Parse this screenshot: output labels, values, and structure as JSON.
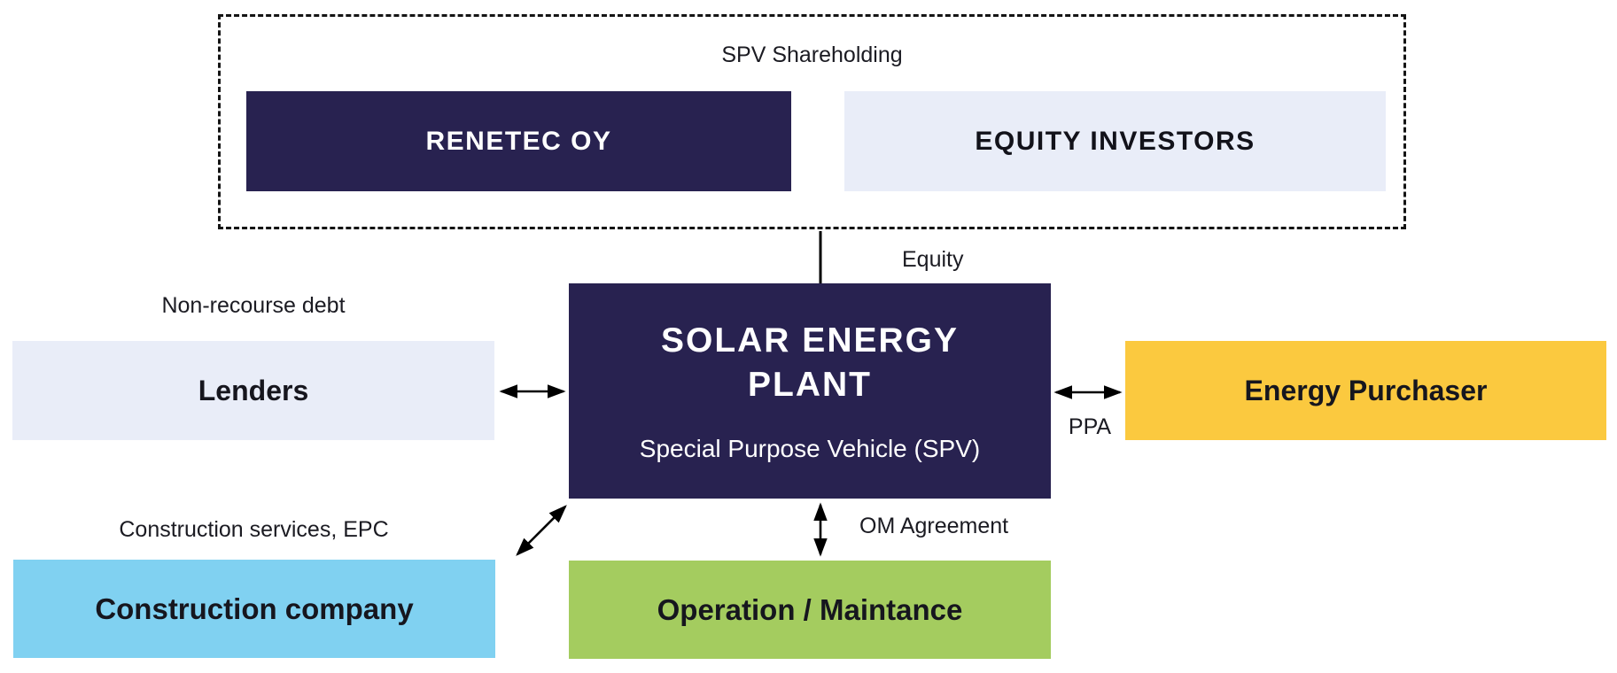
{
  "colors": {
    "navy": "#282250",
    "lavender": "#e9edf8",
    "yellow": "#fbc93f",
    "green": "#a4cc5f",
    "blue": "#80d1f1",
    "line": "#000000",
    "text_dark": "#16161e",
    "text_light": "#ffffff"
  },
  "shareholding_group": {
    "label": "SPV Shareholding",
    "renetec": {
      "label": "RENETEC OY"
    },
    "equity_investors": {
      "label": "EQUITY INVESTORS"
    }
  },
  "spv": {
    "title_lines": [
      "SOLAR ENERGY",
      "PLANT"
    ],
    "subtitle": "Special Purpose Vehicle (SPV)"
  },
  "lenders": {
    "label": "Lenders"
  },
  "energy_purchaser": {
    "label": "Energy Purchaser"
  },
  "construction_company": {
    "label": "Construction company"
  },
  "operation_maintenance": {
    "label": "Operation / Maintance"
  },
  "edge_labels": {
    "equity": "Equity",
    "non_recourse_debt": "Non-recourse debt",
    "ppa": "PPA",
    "om_agreement": "OM Agreement",
    "construction_services": "Construction services, EPC"
  }
}
